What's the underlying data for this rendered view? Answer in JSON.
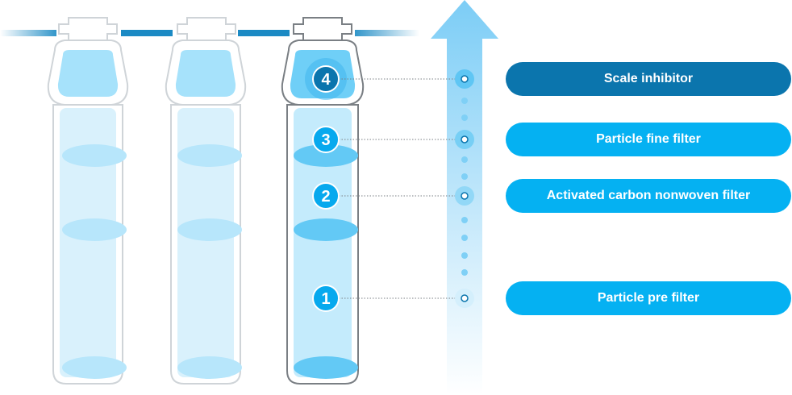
{
  "stages": [
    {
      "number": "4",
      "label": "Scale inhibitor"
    },
    {
      "number": "3",
      "label": "Particle fine filter"
    },
    {
      "number": "2",
      "label": "Activated carbon nonwoven filter"
    },
    {
      "number": "1",
      "label": "Particle pre filter"
    }
  ],
  "colors": {
    "pill_active": "#0b75ad",
    "pill": "#05b1f2",
    "badge": "#07a9ee",
    "badge_active": "#0b75ad",
    "housing_stroke": "#cfd4d8",
    "housing_stroke_active": "#7a7f84",
    "water": "#bfe8fb",
    "disc": "#7dd6fb",
    "flow_arrow": "#8fd3f7",
    "pipe": "#1b8ac4"
  },
  "icons": [
    "filter-cartridge-icon",
    "flow-up-arrow-icon"
  ]
}
